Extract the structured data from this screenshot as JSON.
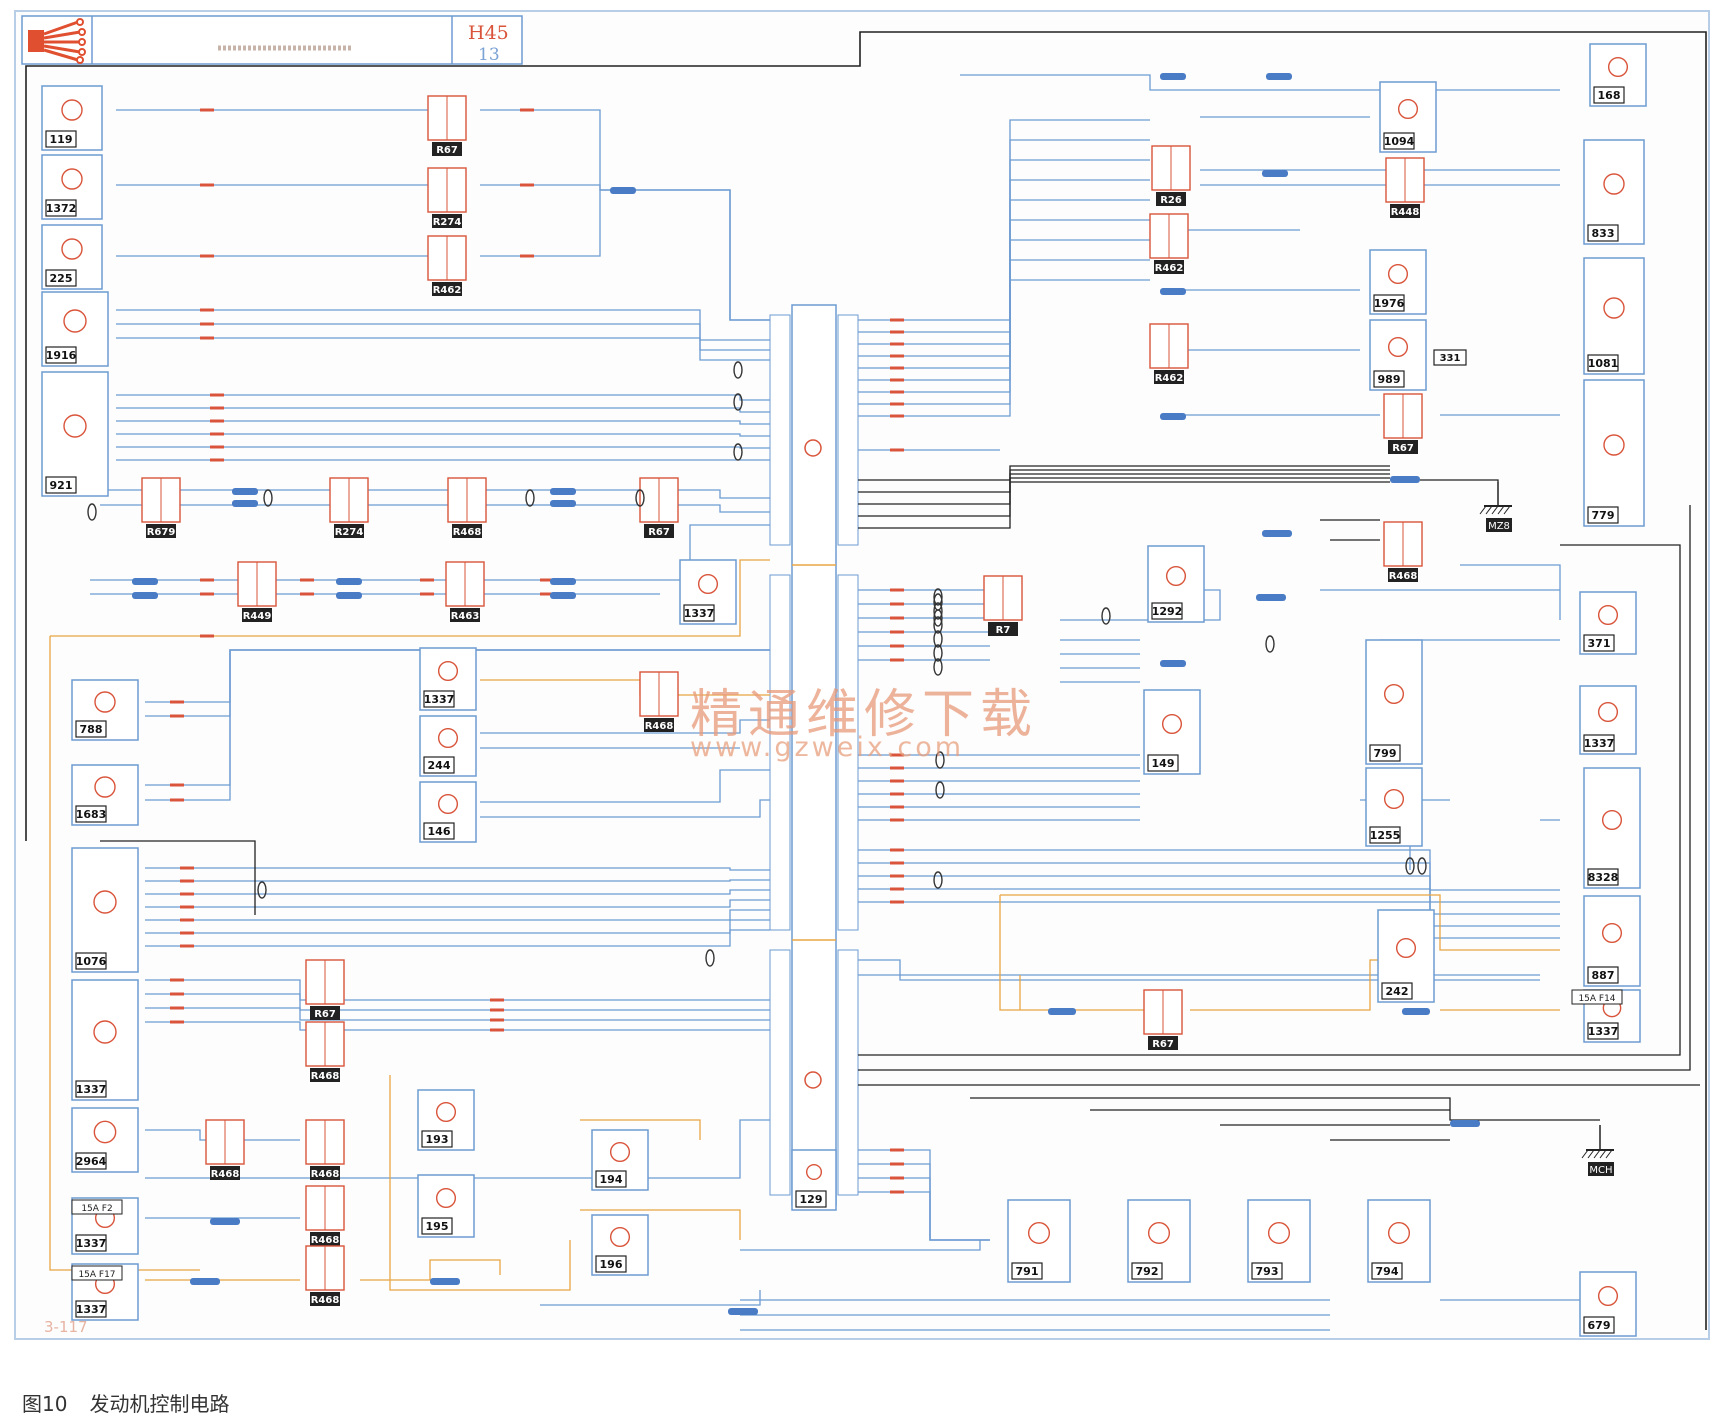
{
  "header": {
    "code": "H45",
    "page": "13"
  },
  "watermark": {
    "cn": "精通维修下载",
    "url": "www.gzweix.com"
  },
  "page_code": "3-117",
  "caption": {
    "figure": "图10",
    "title": "发动机控制电路"
  },
  "colors": {
    "wire_blue": "#6d9bd2",
    "wire_orange": "#e9a543",
    "wire_black": "#222222",
    "label_red": "#d9543a",
    "box_border": "#6d9bd2",
    "splice": "#4a7cc6"
  },
  "components": {
    "c119": "119",
    "c1372": "1372",
    "c225": "225",
    "c1916": "1916",
    "c921": "921",
    "c168": "168",
    "c1094": "1094",
    "c833": "833",
    "c1976": "1976",
    "c1081": "1081",
    "c989": "989",
    "c331": "331",
    "c779": "779",
    "c1292": "1292",
    "c371": "371",
    "c799": "799",
    "c1337_r": "1337",
    "c149": "149",
    "c1255": "1255",
    "c1337_a": "1337",
    "c244": "244",
    "c146": "146",
    "c788": "788",
    "c1683": "1683",
    "c1076": "1076",
    "c1337_b": "1337",
    "c2964": "2964",
    "c1337_c": "1337",
    "c1337_d": "1337",
    "c193": "193",
    "c195": "195",
    "c194": "194",
    "c196": "196",
    "c129": "129",
    "c8328": "8328",
    "c887": "887",
    "c242": "242",
    "c1337_e": "1337",
    "c791": "791",
    "c792": "792",
    "c793": "793",
    "c794": "794",
    "c679": "679",
    "c1337_f": "1337"
  },
  "connectors": {
    "R67a": "R67",
    "R274a": "R274",
    "R462a": "R462",
    "R679": "R679",
    "R274b": "R274",
    "R468a": "R468",
    "R67b": "R67",
    "R449": "R449",
    "R463": "R463",
    "R468b": "R468",
    "R7": "R7",
    "R67c": "R67",
    "R468c": "R468",
    "R468d": "R468",
    "R468e": "R468",
    "R468f": "R468",
    "R468g": "R468",
    "R26": "R26",
    "R448": "R448",
    "R462b": "R462",
    "R462c": "R462",
    "R67d": "R67",
    "R468h": "R468",
    "R67e": "R67"
  },
  "grounds": {
    "g1": "MZ8",
    "g2": "MCH"
  },
  "fuses": {
    "f1": "15A F14",
    "f2": "15A F2",
    "f3": "15A F17"
  }
}
